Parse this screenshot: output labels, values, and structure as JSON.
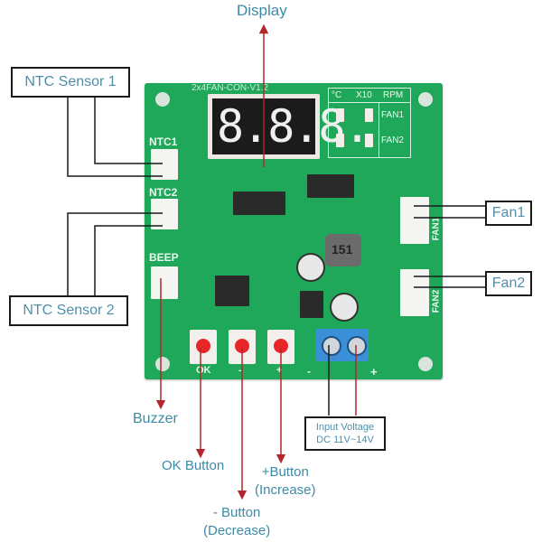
{
  "diagram": {
    "title": "2x4 Fan Controller Board Pinout",
    "callouts": {
      "display": "Display",
      "ntc_sensor_1": "NTC Sensor 1",
      "ntc_sensor_2": "NTC Sensor 2",
      "fan1": "Fan1",
      "fan2": "Fan2",
      "buzzer": "Buzzer",
      "ok_button": "OK Button",
      "minus_button_line1": "- Button",
      "minus_button_line2": "(Decrease)",
      "plus_button_line1": "+Button",
      "plus_button_line2": "(Increase)",
      "input_voltage_line1": "Input Voltage",
      "input_voltage_line2": "DC 11V~14V"
    },
    "board": {
      "model_silkscreen": "2x4FAN-CON-V1.2",
      "display_digits": "8.8.8.",
      "ntc1": "NTC1",
      "ntc2": "NTC2",
      "beep": "BEEP",
      "fan1_conn": "FAN1",
      "fan2_conn": "FAN2",
      "indicator_table": {
        "header": [
          "°C",
          "X10",
          "RPM"
        ],
        "rows": [
          "FAN1",
          "FAN2"
        ]
      },
      "inductor_marking": "151",
      "button_labels": [
        "OK",
        "-",
        "+"
      ],
      "terminal_labels": [
        "-",
        "+"
      ]
    },
    "colors": {
      "pcb": "#1fa85a",
      "pcb_dark": "#168a48",
      "leader_black": "#1a1a1a",
      "leader_red": "#b3262b",
      "label_text": "#3d8aa6",
      "button_red": "#e8262a",
      "terminal_blue": "#3a8fd6"
    }
  }
}
